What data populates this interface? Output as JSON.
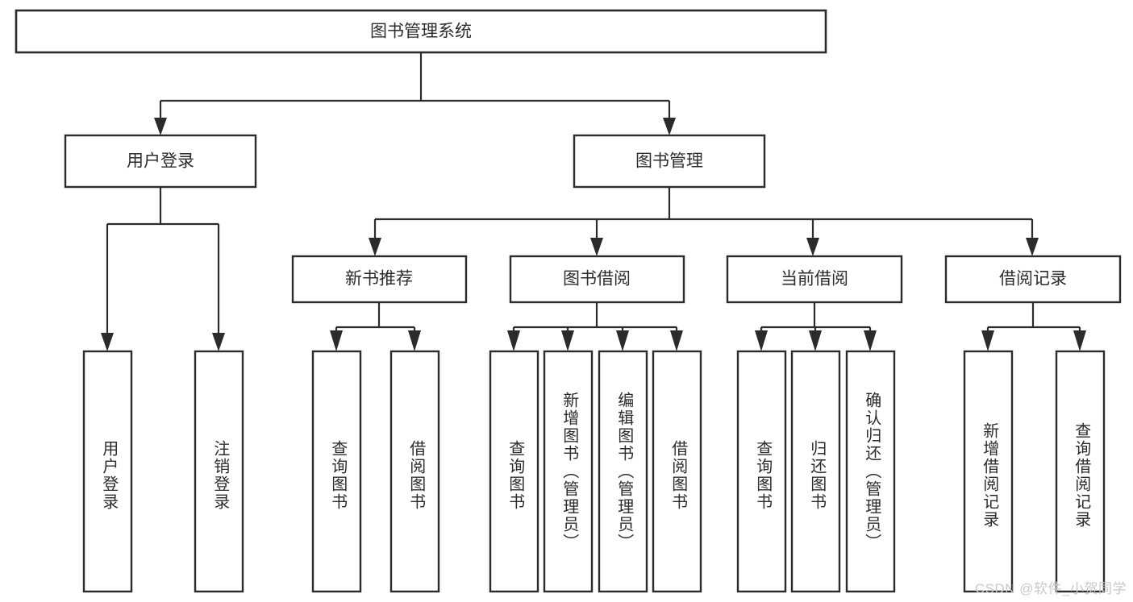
{
  "diagram": {
    "type": "tree",
    "title": "图书管理系统",
    "watermark": "CSDN @软件_小贺同学",
    "colors": {
      "stroke": "#2b2b2b",
      "fill": "#ffffff",
      "text": "#2c2c2c",
      "watermark": "#c9c9c9",
      "background": "#ffffff"
    },
    "nodes": {
      "root": {
        "label": "图书管理系统"
      },
      "level2": [
        {
          "id": "user-login",
          "label": "用户登录"
        },
        {
          "id": "book-manage",
          "label": "图书管理"
        }
      ],
      "level3": [
        {
          "id": "new-book-recommend",
          "label": "新书推荐"
        },
        {
          "id": "book-borrow",
          "label": "图书借阅"
        },
        {
          "id": "current-borrow",
          "label": "当前借阅"
        },
        {
          "id": "borrow-record",
          "label": "借阅记录"
        }
      ],
      "leaves": {
        "user-login": [
          {
            "id": "leaf-user-login",
            "label": "用户登录"
          },
          {
            "id": "leaf-user-logout",
            "label": "注销登录"
          }
        ],
        "new-book-recommend": [
          {
            "id": "leaf-query-book-1",
            "label": "查询图书"
          },
          {
            "id": "leaf-borrow-book-1",
            "label": "借阅图书"
          }
        ],
        "book-borrow": [
          {
            "id": "leaf-query-book-2",
            "label": "查询图书"
          },
          {
            "id": "leaf-add-book",
            "label": "新增图书（管理员）"
          },
          {
            "id": "leaf-edit-book",
            "label": "编辑图书（管理员）"
          },
          {
            "id": "leaf-borrow-book-2",
            "label": "借阅图书"
          }
        ],
        "current-borrow": [
          {
            "id": "leaf-query-book-3",
            "label": "查询图书"
          },
          {
            "id": "leaf-return-book",
            "label": "归还图书"
          },
          {
            "id": "leaf-confirm-return",
            "label": "确认归还（管理员）"
          }
        ],
        "borrow-record": [
          {
            "id": "leaf-add-record",
            "label": "新增借阅记录"
          },
          {
            "id": "leaf-query-record",
            "label": "查询借阅记录"
          }
        ]
      }
    }
  }
}
